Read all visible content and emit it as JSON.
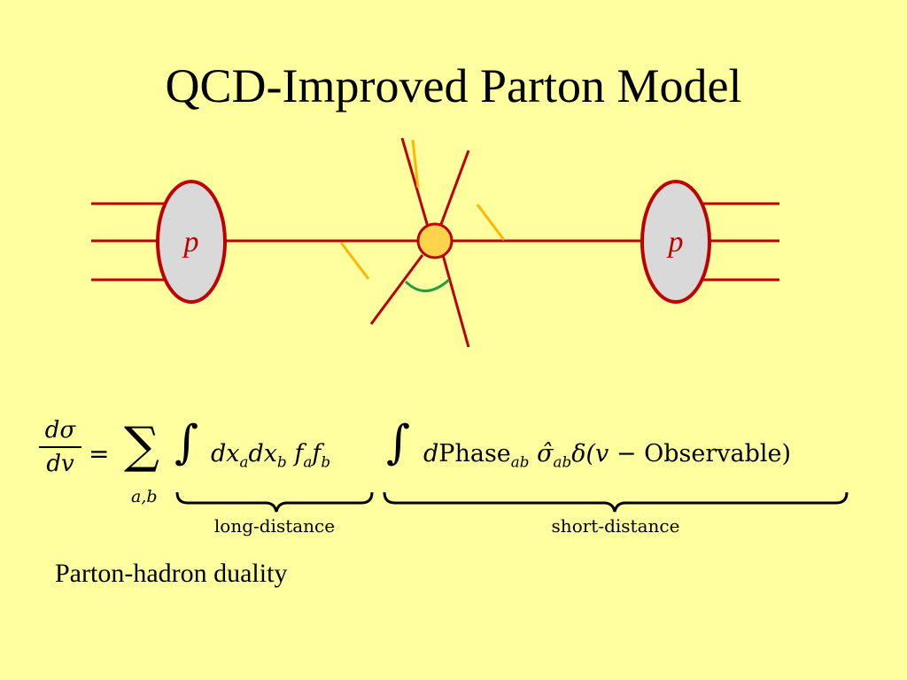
{
  "slide": {
    "title": "QCD-Improved Parton Model",
    "caption": "Parton-hadron duality"
  },
  "diagram": {
    "proton_left_label": "p",
    "proton_right_label": "p",
    "colors": {
      "line": "#C00000",
      "proton_fill": "#D9D9D9",
      "vertex_fill": "#FFD44A",
      "cut_marks": "#FFB800",
      "angle_arc": "#1FA040"
    }
  },
  "formula": {
    "lhs_numerator": "dσ",
    "lhs_denominator": "dv",
    "equals": "=",
    "sum_symbol": "∑",
    "sum_subscript": "a,b",
    "integral": "∫",
    "pdf_part": "dx",
    "pdf_sub_a": "a",
    "pdf_sub_b": "b",
    "f": "f",
    "phase_d": "d",
    "phase_word": "Phase",
    "ab": "ab",
    "sigma_hat": "σ̂",
    "delta_open": "δ(",
    "v": "v",
    "minus_observable": " − Observable)",
    "brace_label_long": "long-distance",
    "brace_label_short": "short-distance"
  }
}
